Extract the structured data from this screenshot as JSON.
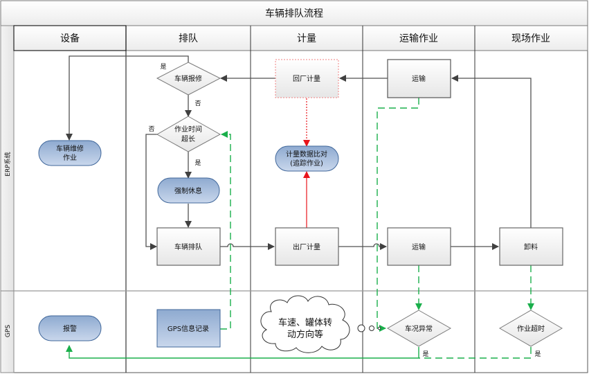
{
  "title": "车辆排队流程",
  "lanes": {
    "columns": [
      "设备",
      "排队",
      "计量",
      "运输作业",
      "现场作业"
    ],
    "rows": [
      "ERP系统",
      "GPS"
    ]
  },
  "nodes": {
    "vehicle_repair_check": "车辆报修",
    "work_time_line1": "作业时间",
    "work_time_line2": "超长",
    "forced_rest": "强制休息",
    "vehicle_queue": "车辆排队",
    "repair_work_line1": "车辆维修",
    "repair_work_line2": "作业",
    "return_weigh": "回厂计量",
    "compare_line1": "计量数据比对",
    "compare_line2": "(追踪作业)",
    "exit_weigh": "出厂计量",
    "transport_top": "运输",
    "transport_bottom": "运输",
    "unload": "卸料",
    "alarm": "报警",
    "gps_record": "GPS信息记录",
    "cloud_line1": "车速、罐体转",
    "cloud_line2": "动方向等",
    "vehicle_abnormal": "车况异常",
    "work_timeout": "作业超时"
  },
  "edge_labels": {
    "yes": "是",
    "no": "否"
  },
  "colors": {
    "line": "#505050",
    "green": "#1aaf4b",
    "red": "#e8141b",
    "blue_fill_top": "#8eaad0",
    "blue_fill_bottom": "#c7d5ea",
    "blue_stroke": "#40679a"
  }
}
